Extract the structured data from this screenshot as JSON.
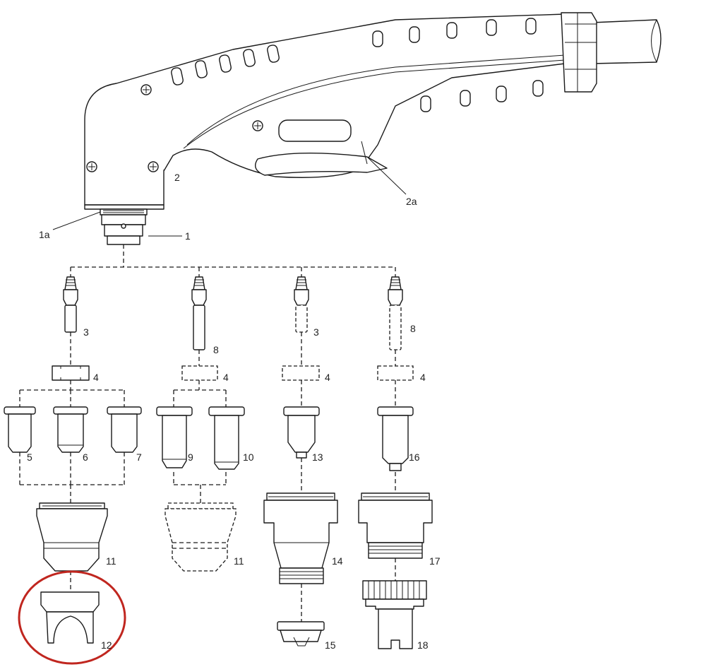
{
  "labels": {
    "p1a": "1a",
    "p1": "1",
    "p2": "2",
    "p2a": "2a",
    "p3a": "3",
    "p3b": "3",
    "p4a": "4",
    "p4b": "4",
    "p4c": "4",
    "p4d": "4",
    "p5": "5",
    "p6": "6",
    "p7": "7",
    "p8a": "8",
    "p8b": "8",
    "p9": "9",
    "p10": "10",
    "p11a": "11",
    "p11b": "11",
    "p12": "12",
    "p13": "13",
    "p14": "14",
    "p15": "15",
    "p16": "16",
    "p17": "17",
    "p18": "18"
  },
  "highlight_color": "#c0261f",
  "line_color": "#1a1a1a"
}
